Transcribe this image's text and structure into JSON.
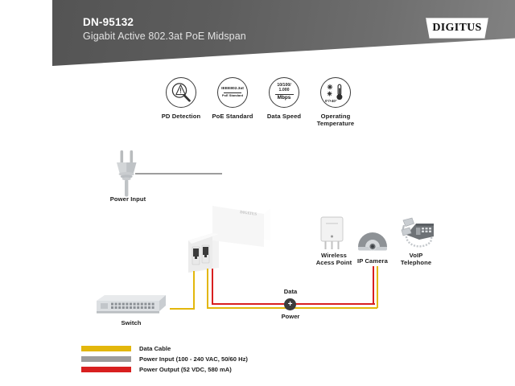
{
  "header": {
    "model": "DN-95132",
    "subtitle": "Gigabit Active 802.3at PoE Midspan",
    "brand": "DIGITUS",
    "brand_mark": "®",
    "bg_color": "#5d5d5d"
  },
  "features": [
    {
      "label": "PD Detection",
      "icon": "magnifier-warning-icon"
    },
    {
      "label": "PoE Standard",
      "icon": "poe-standard-icon",
      "badge_line1": "IEEE802.3at",
      "badge_line2": "PoE Standard"
    },
    {
      "label": "Data Speed",
      "icon": "data-speed-icon",
      "badge_line1": "10/100/",
      "badge_line2": "1.000",
      "badge_line3": "Mbps"
    },
    {
      "label": "Operating\nTemperature",
      "label_line1": "Operating",
      "label_line2": "Temperature",
      "icon": "thermometer-icon",
      "badge_range": "0°/+40°"
    }
  ],
  "diagram": {
    "power_input_label": "Power Input",
    "switch_label": "Switch",
    "devices": [
      {
        "label_line1": "Wireless",
        "label_line2": "Acess Point",
        "icon": "access-point-icon"
      },
      {
        "label_line1": "IP Camera",
        "label_line2": "",
        "icon": "ip-camera-icon"
      },
      {
        "label_line1": "VoIP",
        "label_line2": "Telephone",
        "icon": "voip-phone-icon"
      }
    ],
    "data_label": "Data",
    "power_label": "Power",
    "plus_symbol": "+"
  },
  "legend": {
    "items": [
      {
        "label": "Data Cable",
        "color": "#e3b70c"
      },
      {
        "label": "Power Input (100 - 240 VAC, 50/60 Hz)",
        "color": "#9d9d9d"
      },
      {
        "label": "Power Output (52 VDC, 580 mA)",
        "color": "#d81f1f"
      }
    ]
  }
}
